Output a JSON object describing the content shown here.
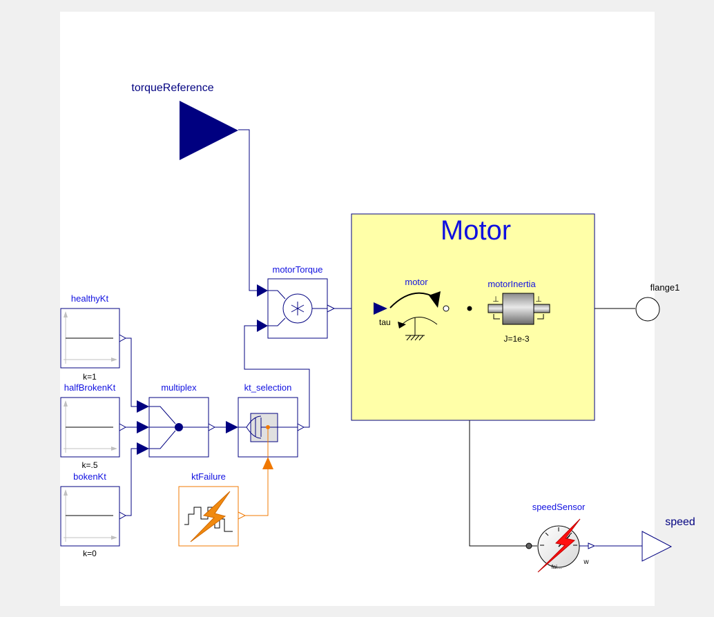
{
  "diagram": {
    "inputs": {
      "torque_reference": "torqueReference"
    },
    "outputs": {
      "speed": "speed",
      "flange": "flange1"
    },
    "subsystem": {
      "title": "Motor",
      "motor_label": "motor",
      "tau_label": "tau",
      "inertia_label": "motorInertia",
      "inertia_param": "J=1e-3"
    },
    "blocks": {
      "healthy": {
        "name": "healthyKt",
        "param": "k=1"
      },
      "half_broken": {
        "name": "halfBrokenKt",
        "param": "k=.5"
      },
      "broken": {
        "name": "bokenKt",
        "param": "k=0"
      },
      "multiplex": {
        "name": "multiplex"
      },
      "kt_selection": {
        "name": "kt_selection"
      },
      "motor_torque": {
        "name": "motorTorque"
      },
      "kt_failure": {
        "name": "ktFailure"
      },
      "speed_sensor": {
        "name": "speedSensor",
        "output_label": "w",
        "fault_label": "fai..."
      }
    },
    "colors": {
      "block_border": "#000080",
      "label": "#1010e0",
      "subsystem_fill": "#ffffa8",
      "fault_orange": "#f07800",
      "fault_red": "#e00000"
    }
  }
}
